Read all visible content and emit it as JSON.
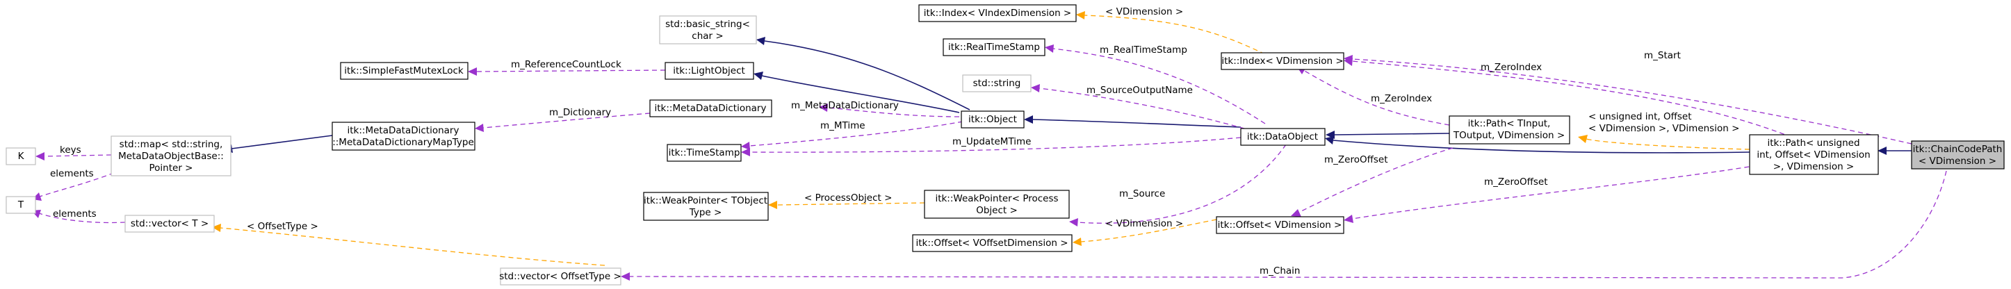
{
  "nodes": {
    "chaincodepath": [
      "itk::ChainCodePath",
      "< VDimension >"
    ],
    "path_offset": [
      "itk::Path< unsigned",
      "int, Offset< VDimension",
      ">, VDimension >"
    ],
    "path_tinput": [
      "itk::Path< TInput,",
      "TOutput, VDimension >"
    ],
    "dataobject": [
      "itk::DataObject"
    ],
    "object": [
      "itk::Object"
    ],
    "lightobject": [
      "itk::LightObject"
    ],
    "simplefastmutexlock": [
      "itk::SimpleFastMutexLock"
    ],
    "metadatadictionary": [
      "itk::MetaDataDictionary"
    ],
    "metadatadictionarymaptype": [
      "itk::MetaDataDictionary",
      "::MetaDataDictionaryMapType"
    ],
    "std_map": [
      "std::map< std::string,",
      "MetaDataObjectBase::",
      "Pointer >"
    ],
    "k": [
      "K"
    ],
    "t": [
      "T"
    ],
    "std_vector_t": [
      "std::vector< T >"
    ],
    "std_vector_offsettype": [
      "std::vector< OffsetType >"
    ],
    "timestamp": [
      "itk::TimeStamp"
    ],
    "realtimestamp": [
      "itk::RealTimeStamp"
    ],
    "std_string": [
      "std::string"
    ],
    "basic_string": [
      "std::basic_string<",
      "char >"
    ],
    "weakpointer_tobject": [
      "itk::WeakPointer< TObject",
      "Type >"
    ],
    "weakpointer_processobject": [
      "itk::WeakPointer< Process",
      "Object >"
    ],
    "offset_vdim": [
      "itk::Offset< VDimension >"
    ],
    "offset_voffsetdim": [
      "itk::Offset< VOffsetDimension >"
    ],
    "index_vdim": [
      "itk::Index< VDimension >"
    ],
    "index_vindexdim": [
      "itk::Index< VIndexDimension >"
    ]
  },
  "edge_labels": {
    "m_start": "m_Start",
    "m_zeroindex_pathoffset": "m_ZeroIndex",
    "m_zeroindex_pathtinput": "m_ZeroIndex",
    "m_zerooffset_pathoffset": "m_ZeroOffset",
    "m_zerooffset_pathtinput": "m_ZeroOffset",
    "m_chain": "m_Chain",
    "tmpl_path": [
      "< unsigned int, Offset",
      "< VDimension >, VDimension >"
    ],
    "tmpl_index": "< VDimension >",
    "tmpl_offset": "< VDimension >",
    "m_realtimestamp": "m_RealTimeStamp",
    "m_sourceoutputname": "m_SourceOutputName",
    "m_updatemtime": "m_UpdateMTime",
    "m_source": "m_Source",
    "m_metadatadictionary": "m_MetaDataDictionary",
    "m_mtime": "m_MTime",
    "m_referencecountlock": "m_ReferenceCountLock",
    "m_dictionary": "m_Dictionary",
    "keys": "keys",
    "elements_map": "elements",
    "elements_vector": "elements",
    "tmpl_processobject": "< ProcessObject >",
    "tmpl_offsettype": "< OffsetType >"
  },
  "colors": {
    "inheritance": "#191970",
    "member": "#9a32cd",
    "template": "#ffa500",
    "current_node_fill": "#bfbfbf",
    "undocumented_border": "#bfbfbf"
  }
}
